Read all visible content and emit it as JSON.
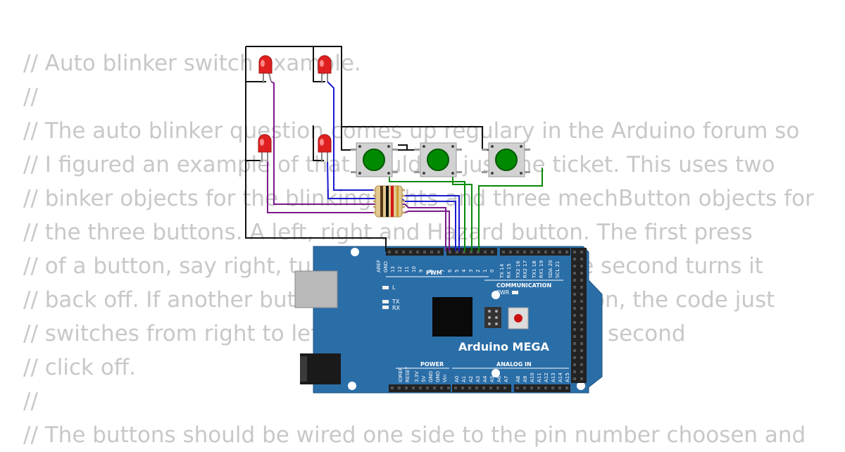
{
  "code_lines": [
    "// Auto blinker switch example.",
    "//",
    "// The auto blinker question comes up regulary in the Arduino forum so",
    "// I figured an example of that would be just the ticket. This uses two",
    "// binker objects for the blinking lights and three mechButton objects for",
    "// the three buttons. A left, right and Hazard button. The first press",
    "// of a button, say right, turns the blinker on and the second turns it",
    "// back off. If another button is pressed while one is on, the code just",
    "// switches from right to left, or hazard. First click on, second",
    "// click off.",
    "//",
    "// The buttons should be wired one side to the pin number choosen and"
  ],
  "board": {
    "name": "Arduino MEGA",
    "pwm_label": "PWM",
    "communication_label": "COMMUNICATION",
    "power_label": "POWER",
    "analog_label": "ANALOG IN",
    "pwr_label": "PWR",
    "led_l": "L",
    "led_tx": "TX",
    "led_rx": "RX",
    "top_header_pins": [
      "AREF",
      "GND",
      "13",
      "12",
      "11",
      "10",
      "9",
      "8",
      "7",
      "6",
      "5",
      "4",
      "3",
      "2",
      "1",
      "0",
      "TX 14",
      "RX 15",
      "TX2 16",
      "RX2 17",
      "TX1 18",
      "RX1 19",
      "SDA 20",
      "SCL 21"
    ],
    "power_pins": [
      "IOREF",
      "RESET",
      "3.3V",
      "5V",
      "GND",
      "GND",
      "Vin"
    ],
    "analog_pins": [
      "A0",
      "A1",
      "A2",
      "A3",
      "A4",
      "A5",
      "A6",
      "A7",
      "A8",
      "A9",
      "A10",
      "A11",
      "A12",
      "A13",
      "A14",
      "A15"
    ]
  },
  "colors": {
    "code_text": "#c8c8c8",
    "board": "#2a6ea8",
    "led": "#e02020",
    "button": "#008a00",
    "wire_black": "#111111",
    "wire_purple": "#7a1a8a",
    "wire_blue": "#1a1ad0",
    "wire_green": "#0a8a0a"
  }
}
